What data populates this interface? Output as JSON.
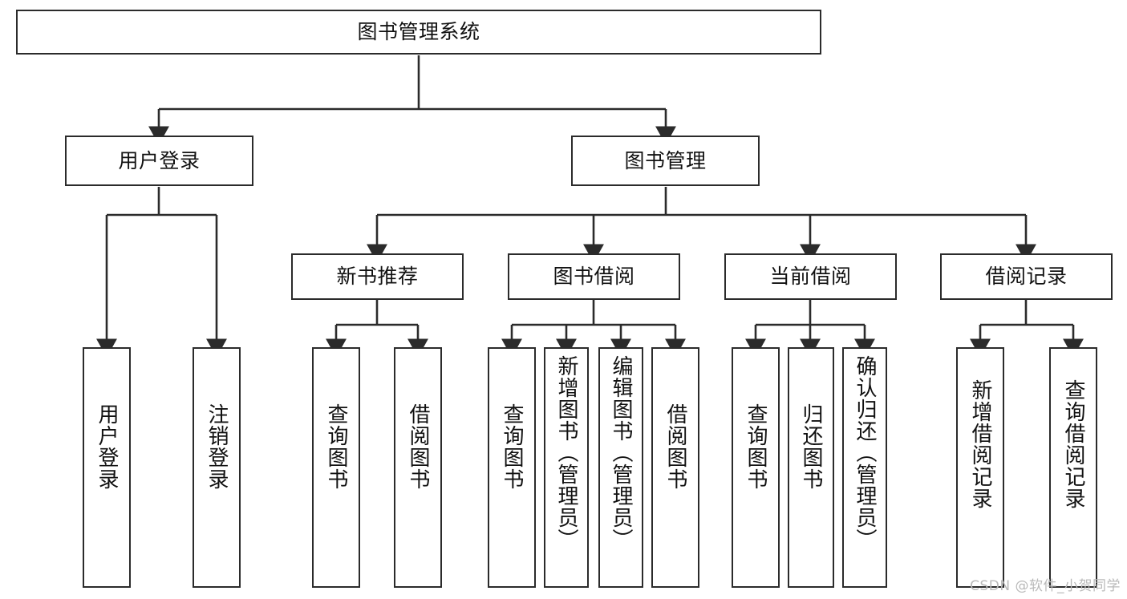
{
  "diagram": {
    "type": "tree-hierarchy-chart",
    "title": "图书管理系统",
    "colors": {
      "stroke": "#2b2b2b",
      "fill": "#ffffff",
      "text": "#111111",
      "watermark": "#b9b9b9"
    },
    "root": {
      "label": "图书管理系统",
      "orientation": "horizontal"
    },
    "level2": [
      {
        "label": "用户登录",
        "orientation": "horizontal"
      },
      {
        "label": "图书管理",
        "orientation": "horizontal"
      }
    ],
    "level3": [
      {
        "label": "新书推荐",
        "orientation": "horizontal"
      },
      {
        "label": "图书借阅",
        "orientation": "horizontal"
      },
      {
        "label": "当前借阅",
        "orientation": "horizontal"
      },
      {
        "label": "借阅记录",
        "orientation": "horizontal"
      }
    ],
    "leaves": {
      "user_login": [
        {
          "label": "用户登录",
          "orientation": "vertical"
        },
        {
          "label": "注销登录",
          "orientation": "vertical"
        }
      ],
      "new_book_recommend": [
        {
          "label": "查询图书",
          "orientation": "vertical"
        },
        {
          "label": "借阅图书",
          "orientation": "vertical"
        }
      ],
      "book_borrow": [
        {
          "label": "查询图书",
          "orientation": "vertical"
        },
        {
          "label": "新增图书（管理员）",
          "orientation": "vertical"
        },
        {
          "label": "编辑图书（管理员）",
          "orientation": "vertical"
        },
        {
          "label": "借阅图书",
          "orientation": "vertical"
        }
      ],
      "current_borrow": [
        {
          "label": "查询图书",
          "orientation": "vertical"
        },
        {
          "label": "归还图书",
          "orientation": "vertical"
        },
        {
          "label": "确认归还（管理员）",
          "orientation": "vertical"
        }
      ],
      "borrow_record": [
        {
          "label": "新增借阅记录",
          "orientation": "vertical"
        },
        {
          "label": "查询借阅记录",
          "orientation": "vertical"
        }
      ]
    }
  },
  "watermark": {
    "text": "CSDN @软件_小贺同学"
  }
}
